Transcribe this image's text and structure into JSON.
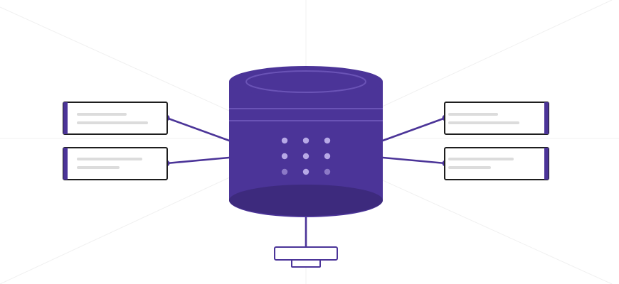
{
  "diagram": {
    "central_node": {
      "icon": "database-icon",
      "dot_grid": {
        "rows": 3,
        "cols": 3
      }
    },
    "connected_nodes": [
      {
        "icon": "list-card-icon",
        "side": "left",
        "accent": "left"
      },
      {
        "icon": "list-card-icon",
        "side": "left",
        "accent": "left"
      },
      {
        "icon": "list-card-icon",
        "side": "right",
        "accent": "right"
      },
      {
        "icon": "list-card-icon",
        "side": "right",
        "accent": "right"
      }
    ],
    "bottom_node": {
      "icon": "network-port-icon"
    }
  },
  "colors": {
    "primary": "#4b3498",
    "primary_dark": "#3d2a7d",
    "primary_light": "#6a53b6",
    "card_border": "#1e1e1e",
    "card_bar": "#dcdcdc",
    "dot": "#b7a9e6",
    "background": "#ffffff",
    "guide_line": "#f0f0f0"
  }
}
